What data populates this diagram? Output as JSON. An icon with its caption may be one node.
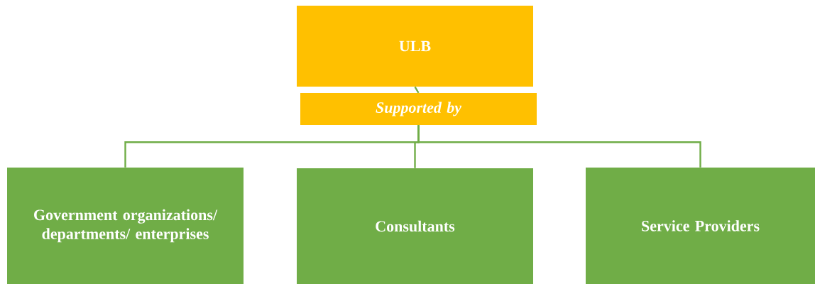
{
  "diagram": {
    "nodes": [
      {
        "text": [
          "ULB"
        ]
      },
      {
        "text": [
          "Supported by"
        ]
      },
      {
        "text": [
          "Government organizations/ departments/ enterprises"
        ]
      },
      {
        "text": [
          "Consultants"
        ]
      },
      {
        "text": [
          "Service Providers"
        ]
      }
    ],
    "edges": [
      {
        "from": 0,
        "to": 1,
        "arrow": "none"
      },
      {
        "from": 1,
        "to": 2,
        "arrow": "none"
      },
      {
        "from": 1,
        "to": 3,
        "arrow": "none"
      },
      {
        "from": 1,
        "to": 4,
        "arrow": "none"
      }
    ]
  }
}
